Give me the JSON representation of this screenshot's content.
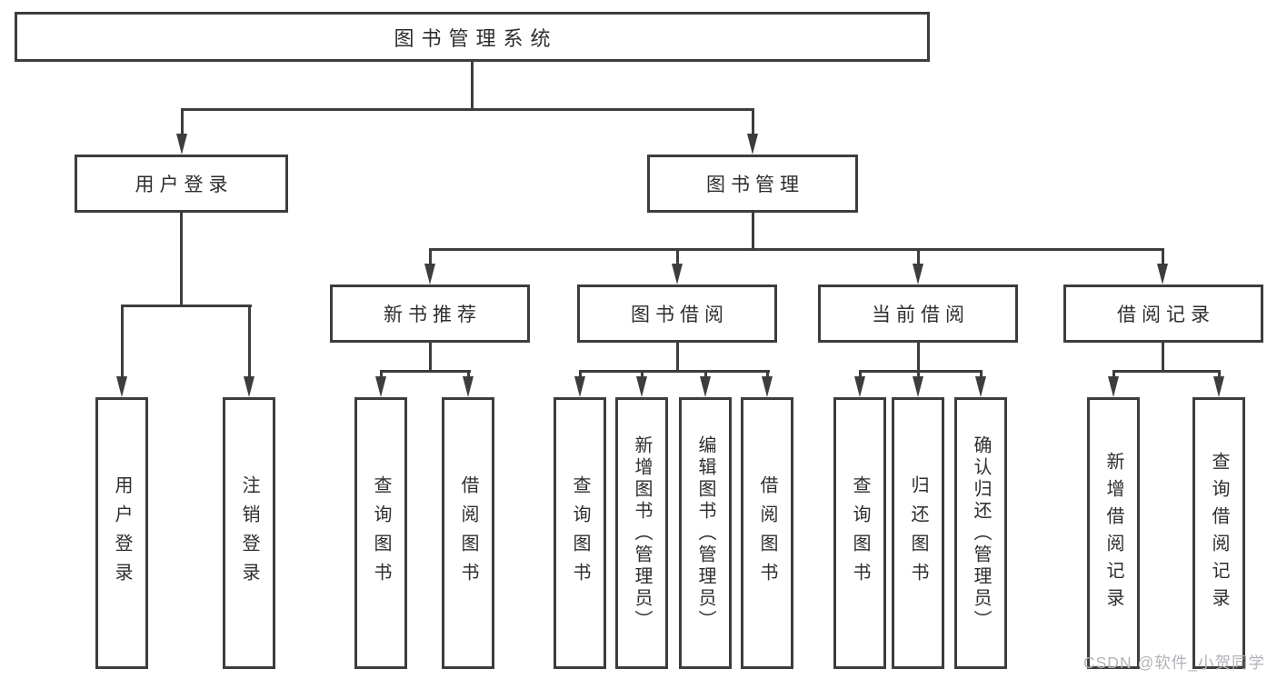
{
  "diagram": {
    "type": "hierarchy-tree",
    "colors": {
      "line": "#3d3d3d",
      "text": "#2e2e2e",
      "background": "#ffffff",
      "watermark": "#b2b2b9"
    },
    "tree": {
      "root": {
        "label": "图书管理系统"
      },
      "branches": [
        {
          "label": "用户登录",
          "children": [
            {
              "label": "用户登录"
            },
            {
              "label": "注销登录"
            }
          ]
        },
        {
          "label": "图书管理",
          "groups": [
            {
              "label": "新书推荐",
              "children": [
                {
                  "label": "查询图书"
                },
                {
                  "label": "借阅图书"
                }
              ]
            },
            {
              "label": "图书借阅",
              "children": [
                {
                  "label": "查询图书"
                },
                {
                  "label": "新增图书（管理员）"
                },
                {
                  "label": "编辑图书（管理员）"
                },
                {
                  "label": "借阅图书"
                }
              ]
            },
            {
              "label": "当前借阅",
              "children": [
                {
                  "label": "查询图书"
                },
                {
                  "label": "归还图书"
                },
                {
                  "label": "确认归还（管理员）"
                }
              ]
            },
            {
              "label": "借阅记录",
              "children": [
                {
                  "label": "新增借阅记录"
                },
                {
                  "label": "查询借阅记录"
                }
              ]
            }
          ]
        }
      ]
    },
    "watermark": {
      "text": "CSDN @软件_小贺同学"
    }
  }
}
